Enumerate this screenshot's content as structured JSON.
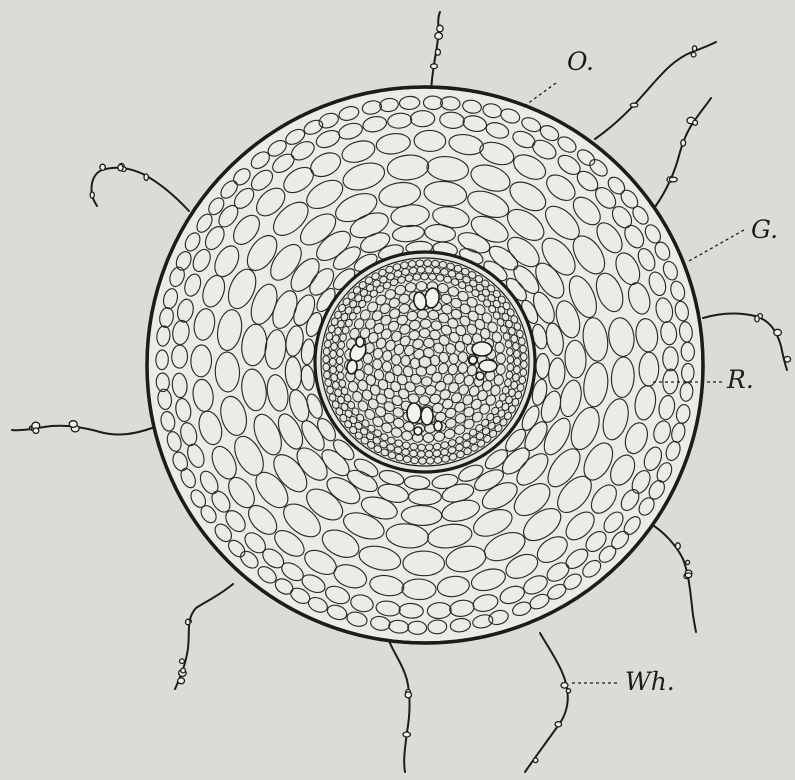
{
  "figure": {
    "labels": {
      "outer": "O.",
      "endodermis": "G.",
      "cortex": "R.",
      "root_hairs": "Wh."
    },
    "colors": {
      "paper": "#dcdcd6",
      "ink": "#1c1c1c",
      "cell_fill": "#ecece6"
    }
  }
}
